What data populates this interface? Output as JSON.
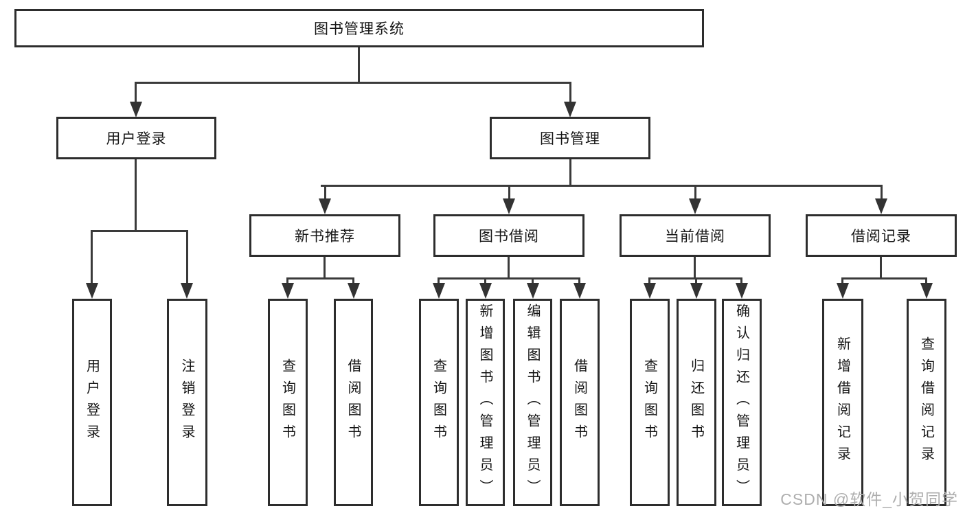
{
  "diagram": {
    "title": "图书管理系统",
    "level2": {
      "user_login": "用户登录",
      "book_mgmt": "图书管理"
    },
    "user_login_children": {
      "login": "用户登录",
      "logout": "注销登录"
    },
    "book_mgmt_children": {
      "new_books": "新书推荐",
      "borrowing": "图书借阅",
      "current": "当前借阅",
      "records": "借阅记录"
    },
    "new_books_children": {
      "query": "查询图书",
      "borrow": "借阅图书"
    },
    "borrowing_children": {
      "query": "查询图书",
      "add": "新增图书（管理员）",
      "edit": "编辑图书（管理员）",
      "borrow": "借阅图书"
    },
    "current_children": {
      "query": "查询图书",
      "return": "归还图书",
      "confirm": "确认归还（管理员）"
    },
    "records_children": {
      "add_record": "新增借阅记录",
      "query_record": "查询借阅记录"
    }
  },
  "watermark": "CSDN @软件_小贺同学",
  "colors": {
    "line": "#3a3a3a",
    "border": "#2d2d2d",
    "text": "#161616",
    "watermark": "#aeaeae",
    "background": "#ffffff"
  }
}
